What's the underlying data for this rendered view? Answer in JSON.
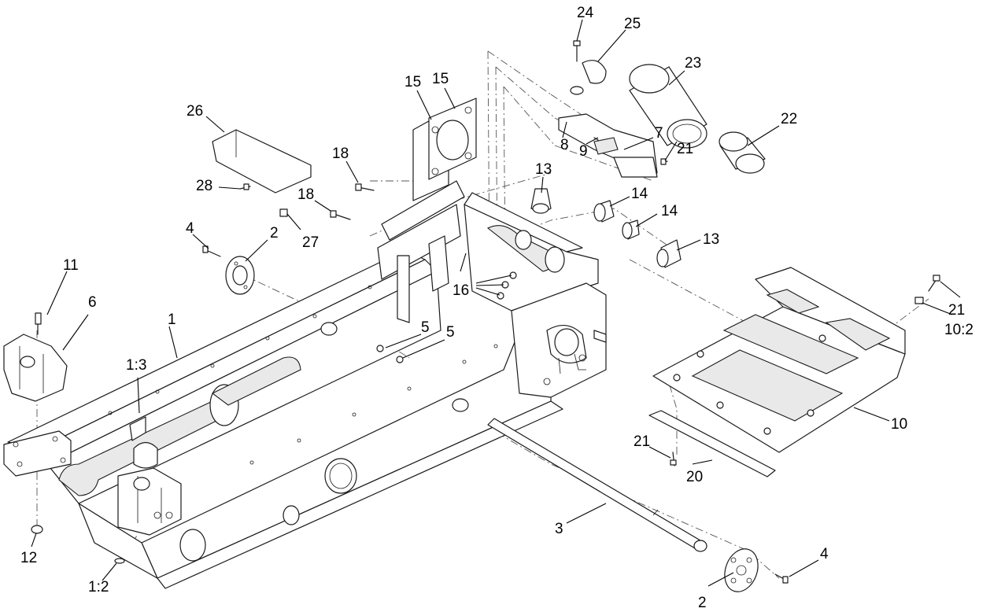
{
  "diagram": {
    "callouts": [
      {
        "text": "1"
      },
      {
        "text": "1:2"
      },
      {
        "text": "1:3"
      },
      {
        "text": "2"
      },
      {
        "text": "2"
      },
      {
        "text": "3"
      },
      {
        "text": "4"
      },
      {
        "text": "4"
      },
      {
        "text": "5"
      },
      {
        "text": "5"
      },
      {
        "text": "6"
      },
      {
        "text": "7"
      },
      {
        "text": "8"
      },
      {
        "text": "9"
      },
      {
        "text": "10"
      },
      {
        "text": "10:2"
      },
      {
        "text": "11"
      },
      {
        "text": "12"
      },
      {
        "text": "13"
      },
      {
        "text": "13"
      },
      {
        "text": "14"
      },
      {
        "text": "14"
      },
      {
        "text": "15"
      },
      {
        "text": "15"
      },
      {
        "text": "16"
      },
      {
        "text": "18"
      },
      {
        "text": "18"
      },
      {
        "text": "20"
      },
      {
        "text": "21"
      },
      {
        "text": "21"
      },
      {
        "text": "21"
      },
      {
        "text": "22"
      },
      {
        "text": "23"
      },
      {
        "text": "24"
      },
      {
        "text": "25"
      },
      {
        "text": "26"
      },
      {
        "text": "27"
      },
      {
        "text": "28"
      }
    ]
  }
}
